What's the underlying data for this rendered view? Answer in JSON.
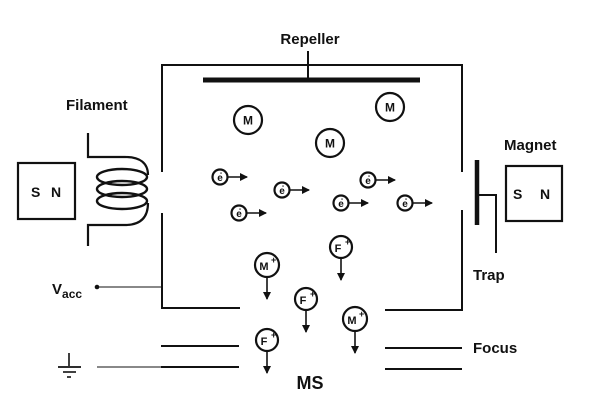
{
  "diagram": {
    "title": "Electron ionization source",
    "colors": {
      "ink": "#111111",
      "background": "#ffffff"
    },
    "labels": {
      "repeller": "Repeller",
      "filament": "Filament",
      "magnet": "Magnet",
      "trap": "Trap",
      "vacc_main": "V",
      "vacc_sub": "acc",
      "focus": "Focus",
      "ms": "MS"
    },
    "magnets": [
      {
        "id": "left",
        "south": "S",
        "north": "N"
      },
      {
        "id": "right",
        "south": "S",
        "north": "N"
      }
    ],
    "molecules": [
      {
        "label": "M"
      },
      {
        "label": "M"
      },
      {
        "label": "M"
      }
    ],
    "electrons": [
      {
        "label": "e",
        "charge": "-"
      },
      {
        "label": "e",
        "charge": "-"
      },
      {
        "label": "e",
        "charge": "-"
      },
      {
        "label": "e",
        "charge": "-"
      },
      {
        "label": "e",
        "charge": "-"
      },
      {
        "label": "e",
        "charge": "-"
      }
    ],
    "ions": [
      {
        "label": "M",
        "charge": "+·"
      },
      {
        "label": "F",
        "charge": "+"
      },
      {
        "label": "F",
        "charge": "+"
      },
      {
        "label": "M",
        "charge": "+·"
      },
      {
        "label": "F",
        "charge": "+"
      }
    ],
    "ground_symbol": "ground-icon"
  }
}
